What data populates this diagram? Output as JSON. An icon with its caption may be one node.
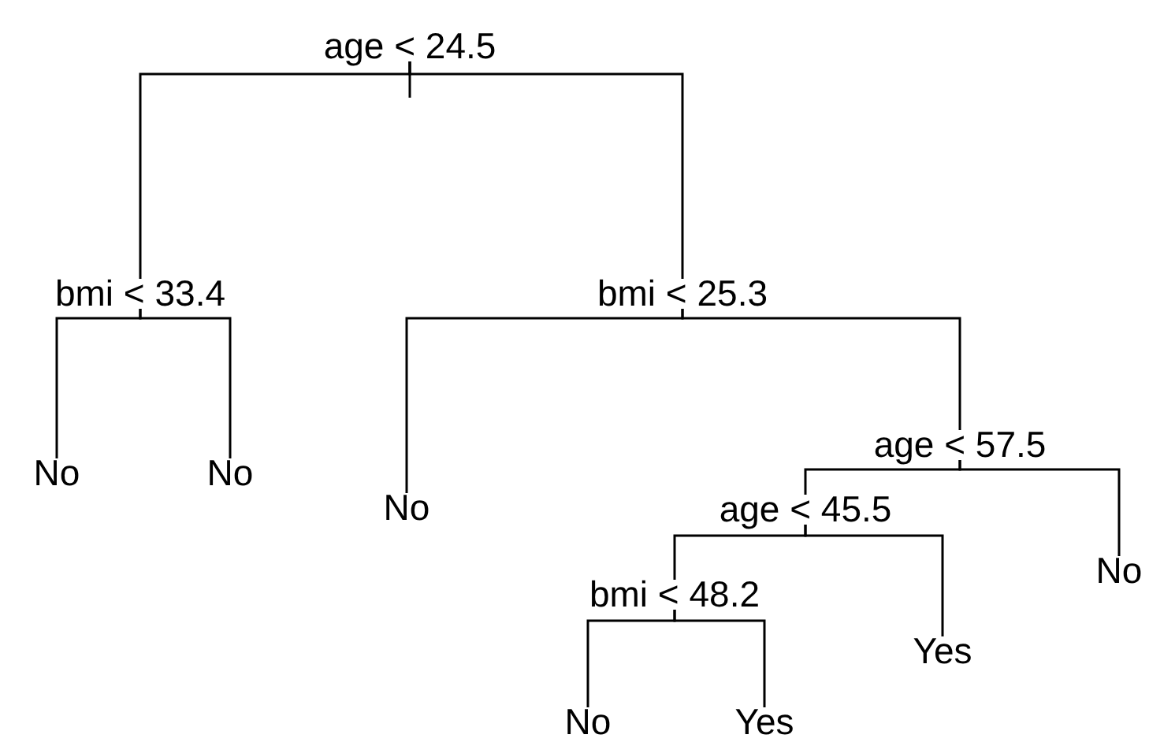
{
  "diagram": {
    "nodes": [
      {
        "text": [
          "age < 24.5"
        ]
      },
      {
        "text": [
          "bmi < 33.4"
        ]
      },
      {
        "text": [
          "bmi < 25.3"
        ]
      },
      {
        "text": [
          "No"
        ]
      },
      {
        "text": [
          "No"
        ]
      },
      {
        "text": [
          "age < 57.5"
        ]
      },
      {
        "text": [
          "No"
        ]
      },
      {
        "text": [
          "age < 45.5"
        ]
      },
      {
        "text": [
          "No"
        ]
      },
      {
        "text": [
          "bmi < 48.2"
        ]
      },
      {
        "text": [
          "Yes"
        ]
      },
      {
        "text": [
          "No"
        ]
      },
      {
        "text": [
          "Yes"
        ]
      }
    ],
    "edges": [
      {
        "from": 0,
        "to": 1,
        "arrow": "none"
      },
      {
        "from": 0,
        "to": 2,
        "arrow": "none"
      },
      {
        "from": 1,
        "to": 3,
        "arrow": "none"
      },
      {
        "from": 1,
        "to": 4,
        "arrow": "none"
      },
      {
        "from": 2,
        "to": 6,
        "arrow": "none"
      },
      {
        "from": 2,
        "to": 5,
        "arrow": "none"
      },
      {
        "from": 5,
        "to": 7,
        "arrow": "none"
      },
      {
        "from": 5,
        "to": 8,
        "arrow": "none"
      },
      {
        "from": 7,
        "to": 9,
        "arrow": "none"
      },
      {
        "from": 7,
        "to": 10,
        "arrow": "none"
      },
      {
        "from": 9,
        "to": 11,
        "arrow": "none"
      },
      {
        "from": 9,
        "to": 12,
        "arrow": "none"
      }
    ]
  }
}
